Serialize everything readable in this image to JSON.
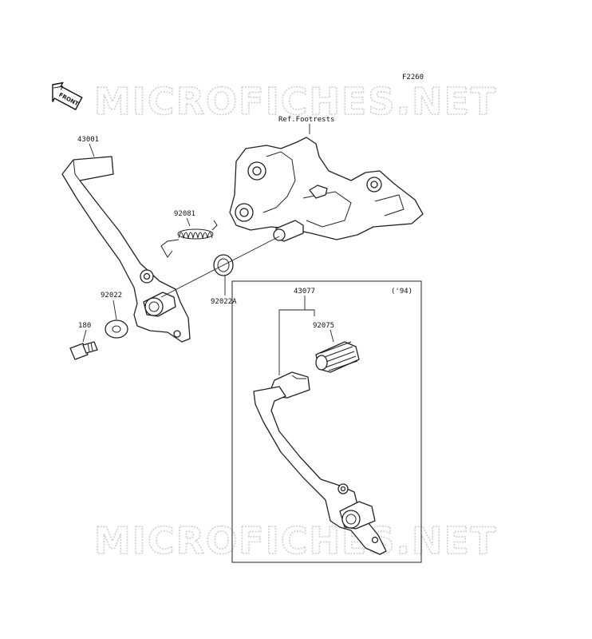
{
  "figure_code": "F2260",
  "watermark": {
    "text": "MICROFICHES.NET",
    "color": "#cfcfcf"
  },
  "front_badge": {
    "text": "FRONT",
    "icon": "front-arrow-icon"
  },
  "reference_label": "Ref.Footrests",
  "variant_label": "('94)",
  "parts": [
    {
      "key": "brake_pedal",
      "number": "43001"
    },
    {
      "key": "return_spring",
      "number": "92081"
    },
    {
      "key": "washer",
      "number": "92022"
    },
    {
      "key": "washer_a",
      "number": "92022A"
    },
    {
      "key": "bolt",
      "number": "180"
    },
    {
      "key": "brake_pedal_94",
      "number": "43077"
    },
    {
      "key": "pedal_rubber",
      "number": "92075"
    }
  ]
}
